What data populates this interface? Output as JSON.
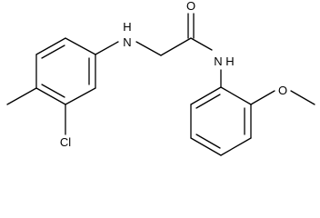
{
  "atom_labels": {
    "carbonyl_oxygen": "O",
    "amine_nh": "H",
    "amine_n": "N",
    "amide_n": "N",
    "amide_nh": "H",
    "methoxy_oxygen": "O",
    "chlorine": "Cl"
  }
}
